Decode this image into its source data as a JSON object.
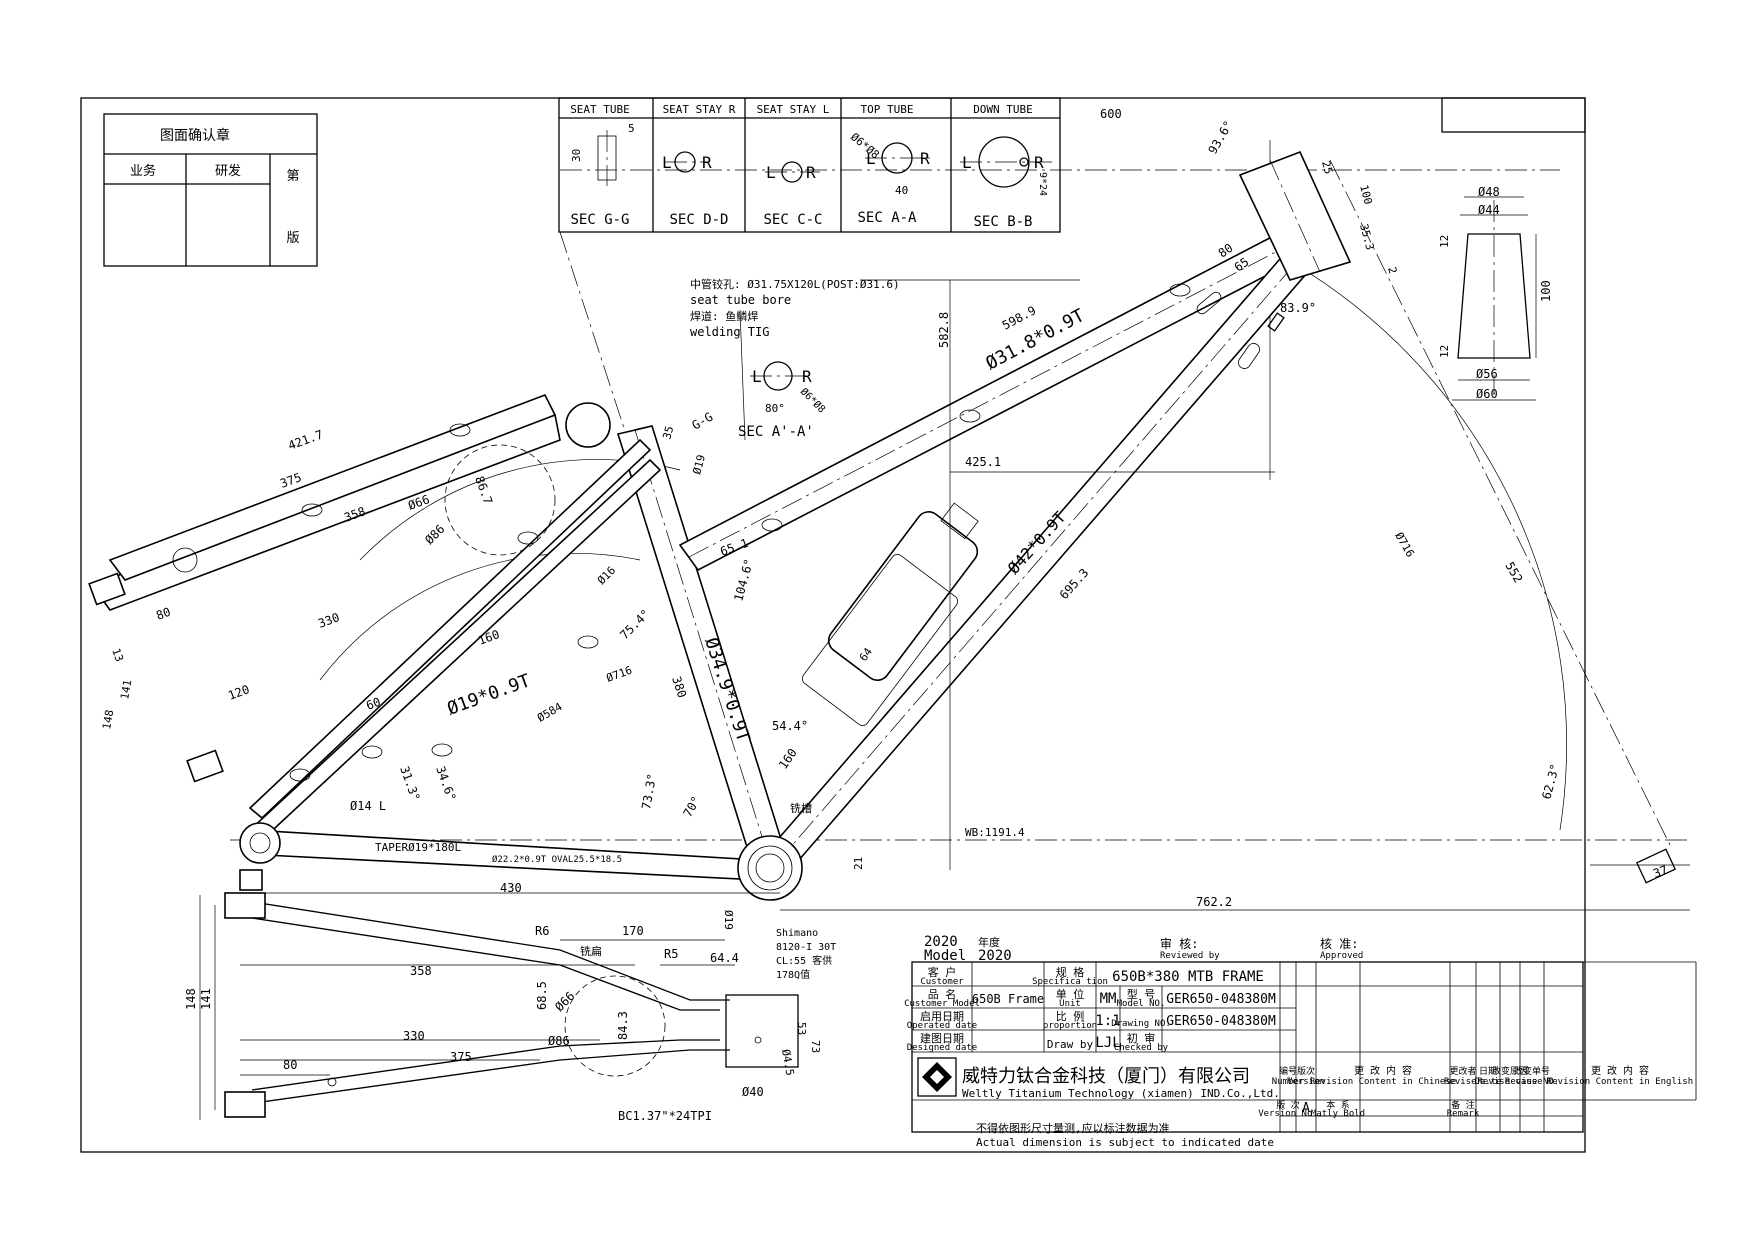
{
  "stamp": {
    "title": "图面确认章",
    "col_business": "业务",
    "col_rd": "研发",
    "col_edition": "第",
    "col_edition2": "版"
  },
  "sections": [
    {
      "header": "SEAT TUBE",
      "label": "SEC G-G",
      "dims": [
        "5",
        "30"
      ]
    },
    {
      "header": "SEAT STAY  R",
      "label": "SEC D-D",
      "dims": [
        "L",
        "R"
      ]
    },
    {
      "header": "SEAT STAY  L",
      "label": "SEC C-C",
      "dims": [
        "L",
        "R"
      ]
    },
    {
      "header": "TOP TUBE",
      "label": "SEC A-A",
      "dims": [
        "Ø6*Ø8",
        "L",
        "R",
        "40"
      ]
    },
    {
      "header": "DOWN TUBE",
      "label": "SEC B-B",
      "dims": [
        "L",
        "R",
        "9*24"
      ]
    }
  ],
  "notes": {
    "seat_bore_cn": "中管铰孔: Ø31.75X120L(POST:Ø31.6)",
    "seat_bore_en": "seat tube bore",
    "weld_cn": "焊道: 鱼鳞焊",
    "weld_en": "welding TIG",
    "sec_a_prime": "SEC A'-A'",
    "sec_a_prime_angle": "80°",
    "sec_a_prime_hole": "Ø6*Ø8",
    "bb_cn": "铣槽",
    "crank": [
      "Shimano",
      "8120-I 30T",
      "CL:55 客供",
      "178Q值"
    ],
    "bottom_note_cn": "不得依图形尺寸量测,应以标注数据为准",
    "bottom_note_en": "Actual dimension is subject to indicated date"
  },
  "dims_main": {
    "top_600": "600",
    "angle_936": "93.6°",
    "d25": "25",
    "d100": "100",
    "d353": "35.3",
    "d2": "2",
    "d80": "80",
    "d65": "65",
    "a839": "83.9°",
    "d5828": "582.8",
    "d5989": "598.9",
    "top_tube": "Ø31.8*0.9T",
    "d4251": "425.1",
    "down_tube": "Ø42*0.9T",
    "d6953": "695.3",
    "seat_tube": "Ø34.9*0.9T",
    "a1046": "104.6°",
    "d651": "65.1",
    "d380": "380",
    "d64": "64",
    "a544": "54.4°",
    "d160b": "160",
    "a70": "70°",
    "a733": "73.3°",
    "d4217": "421.7",
    "d375": "375",
    "d358": "358",
    "d66": "Ø66",
    "d867": "86.7",
    "d86": "Ø86",
    "d330": "330",
    "d160": "160",
    "d19": "Ø19",
    "d16": "Ø16",
    "a754": "75.4°",
    "d716": "Ø716",
    "d584": "Ø584",
    "stay": "Ø19*0.9T",
    "d120": "120",
    "d60": "60",
    "d80b": "80",
    "d13": "13",
    "d141": "141",
    "d148": "148",
    "a313": "31.3°",
    "a346": "34.6°",
    "d14l": "Ø14 L",
    "taper": "TAPERØ19*180L",
    "oval": "Ø22.2*0.9T OVAL25.5*18.5",
    "d430": "430",
    "d21": "21",
    "wb": "WB:1191.4",
    "d7622": "762.2",
    "d552": "552",
    "d716r": "Ø716",
    "a623": "62.3°",
    "d37": "37",
    "d35": "35",
    "gg": "G-G",
    "d19v": "Ø19"
  },
  "headtube": {
    "d48": "Ø48",
    "d44": "Ø44",
    "d12a": "12",
    "d100": "100",
    "d12b": "12",
    "d56": "Ø56",
    "d60": "Ø60"
  },
  "chainstay": {
    "r6": "R6",
    "d170": "170",
    "cn": "铣扁",
    "r5": "R5",
    "d644": "64.4",
    "d358": "358",
    "d685": "68.5",
    "d66": "Ø66",
    "d86": "Ø86",
    "d843": "84.3",
    "d330": "330",
    "d375": "375",
    "d80": "80",
    "d148": "148",
    "d141": "141",
    "d53": "53",
    "d73": "73",
    "d45": "Ø4.5",
    "d40": "Ø40",
    "bc": "BC1.37\"*24TPI"
  },
  "titleblock": {
    "year_cn": "年度",
    "model": "2020",
    "model_label": "Model",
    "model_year": "2020",
    "reviewed_cn": "审 核:",
    "reviewed_en": "Reviewed by",
    "approved_cn": "核 准:",
    "approved_en": "Approved",
    "customer_cn": "客 户",
    "customer_en": "Customer",
    "spec_cn": "规 格",
    "spec_en": "Specifica tion",
    "spec_value": "650B*380 MTB FRAME",
    "cmodel_cn": "品 名",
    "cmodel_en": "Customer Model",
    "cmodel_value": "650B Frame",
    "unit_cn": "单 位",
    "unit_en": "Unit",
    "unit_value": "MM",
    "modelno_cn": "型 号",
    "modelno_en": "Model NO.",
    "modelno_value": "GER650-048380M",
    "opdate_cn": "启用日期",
    "opdate_en": "Operated date",
    "prop_cn": "比 例",
    "prop_en": "proportion",
    "prop_value": "1:1",
    "drawno_en": "Drawing NO.",
    "drawno_value": "GER650-048380M",
    "desdate_cn": "建图日期",
    "desdate_en": "Designed date",
    "drawby": "Draw by",
    "drawby_value": "LJL",
    "checked_cn": "初 审",
    "checked_en": "Checked by",
    "company_cn": "威特力钛合金科技（厦门）有限公司",
    "company_en": "Weltly Titanium Technology (xiamen) IND.Co.,Ltd.",
    "rev_no_cn": "编号",
    "rev_no_en": "Number",
    "rev_ver_cn": "版次",
    "rev_ver_en": "Version",
    "rev_cn_cn": "更 改 内 容",
    "rev_cn_en": "Revision Content in Chinese",
    "rev_reviser_cn": "更改者",
    "rev_reviser_en": "Reviser",
    "rev_date_cn": "日期",
    "rev_date_en": "Da.te",
    "rev_cause_cn": "改变原因",
    "rev_cause_en": "Revise cause",
    "rev_revno_cn": "改变单号",
    "rev_revno_en": "Revise NO.",
    "rev_en_cn": "更 改 内 容",
    "rev_en_en": "Revision Content in English",
    "ver_cn": "版 次",
    "ver_en": "Version No.",
    "ver_value": "A",
    "mat_cn": "本 系",
    "mat_en": "Matly Bold",
    "remark_cn": "备 注",
    "remark_en": "Remark"
  }
}
